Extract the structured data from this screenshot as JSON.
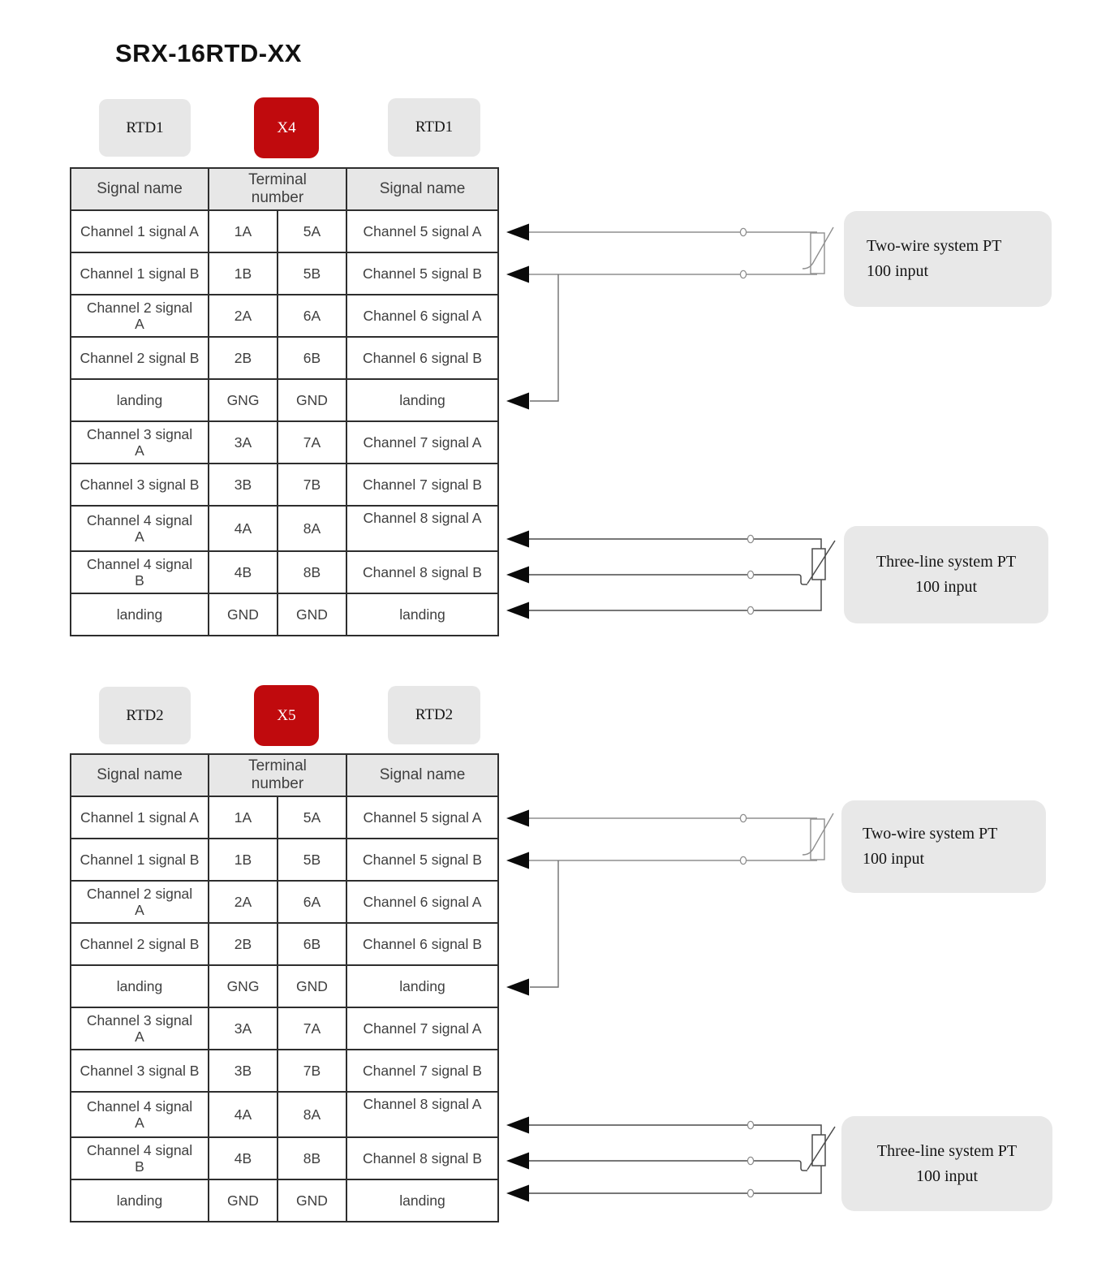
{
  "title": "SRX-16RTD-XX",
  "sections": [
    {
      "name": "RTD1 via connector X4",
      "chips": {
        "left": "RTD1",
        "center": "X4",
        "right": "RTD1"
      },
      "table": {
        "headers": {
          "signal_left": "Signal name",
          "terminal": "Terminal\nnumber",
          "signal_right": "Signal name"
        },
        "rows": [
          [
            "Channel 1 signal A",
            "1A",
            "5A",
            "Channel 5 signal A"
          ],
          [
            "Channel 1 signal B",
            "1B",
            "5B",
            "Channel 5 signal B"
          ],
          [
            "Channel 2 signal\nA",
            "2A",
            "6A",
            "Channel 6 signal A"
          ],
          [
            "Channel 2 signal B",
            "2B",
            "6B",
            "Channel 6 signal B"
          ],
          [
            "landing",
            "GNG",
            "GND",
            "landing"
          ],
          [
            "Channel 3 signal\nA",
            "3A",
            "7A",
            "Channel 7 signal A"
          ],
          [
            "Channel 3 signal B",
            "3B",
            "7B",
            "Channel 7 signal B"
          ],
          [
            "Channel 4 signal\nA",
            "4A",
            "8A",
            "Channel 8 signal A"
          ],
          [
            "Channel 4 signal\nB",
            "4B",
            "8B",
            "Channel 8 signal B"
          ],
          [
            "landing",
            "GND",
            "GND",
            "landing"
          ]
        ]
      },
      "annotations": {
        "two_wire": "Two-wire system PT\n100 input",
        "three_wire": "Three-line system PT\n100 input"
      }
    },
    {
      "name": "RTD2 via connector X5",
      "chips": {
        "left": "RTD2",
        "center": "X5",
        "right": "RTD2"
      },
      "table": {
        "headers": {
          "signal_left": "Signal name",
          "terminal": "Terminal\nnumber",
          "signal_right": "Signal name"
        },
        "rows": [
          [
            "Channel 1 signal A",
            "1A",
            "5A",
            "Channel 5 signal A"
          ],
          [
            "Channel 1 signal B",
            "1B",
            "5B",
            "Channel 5 signal B"
          ],
          [
            "Channel 2 signal\nA",
            "2A",
            "6A",
            "Channel 6 signal A"
          ],
          [
            "Channel 2 signal B",
            "2B",
            "6B",
            "Channel 6 signal B"
          ],
          [
            "landing",
            "GNG",
            "GND",
            "landing"
          ],
          [
            "Channel 3 signal\nA",
            "3A",
            "7A",
            "Channel 7 signal A"
          ],
          [
            "Channel 3 signal B",
            "3B",
            "7B",
            "Channel 7 signal B"
          ],
          [
            "Channel 4 signal\nA",
            "4A",
            "8A",
            "Channel 8 signal A"
          ],
          [
            "Channel 4 signal\nB",
            "4B",
            "8B",
            "Channel 8 signal B"
          ],
          [
            "landing",
            "GND",
            "GND",
            "landing"
          ]
        ]
      },
      "annotations": {
        "two_wire": "Two-wire system PT\n100 input",
        "three_wire": "Three-line system PT\n100 input"
      }
    }
  ],
  "colors": {
    "accent_red": "#c00a0d",
    "chip_gray": "#e7e7e7",
    "note_gray": "#e8e8e8",
    "table_header_gray": "#e7e7e7",
    "table_border": "#2e2e2e",
    "table_text": "#3f3f3f",
    "wire_gray": "#8f8f8f",
    "wire_dark": "#4a4a4a",
    "arrow_black": "#0a0a0a"
  }
}
